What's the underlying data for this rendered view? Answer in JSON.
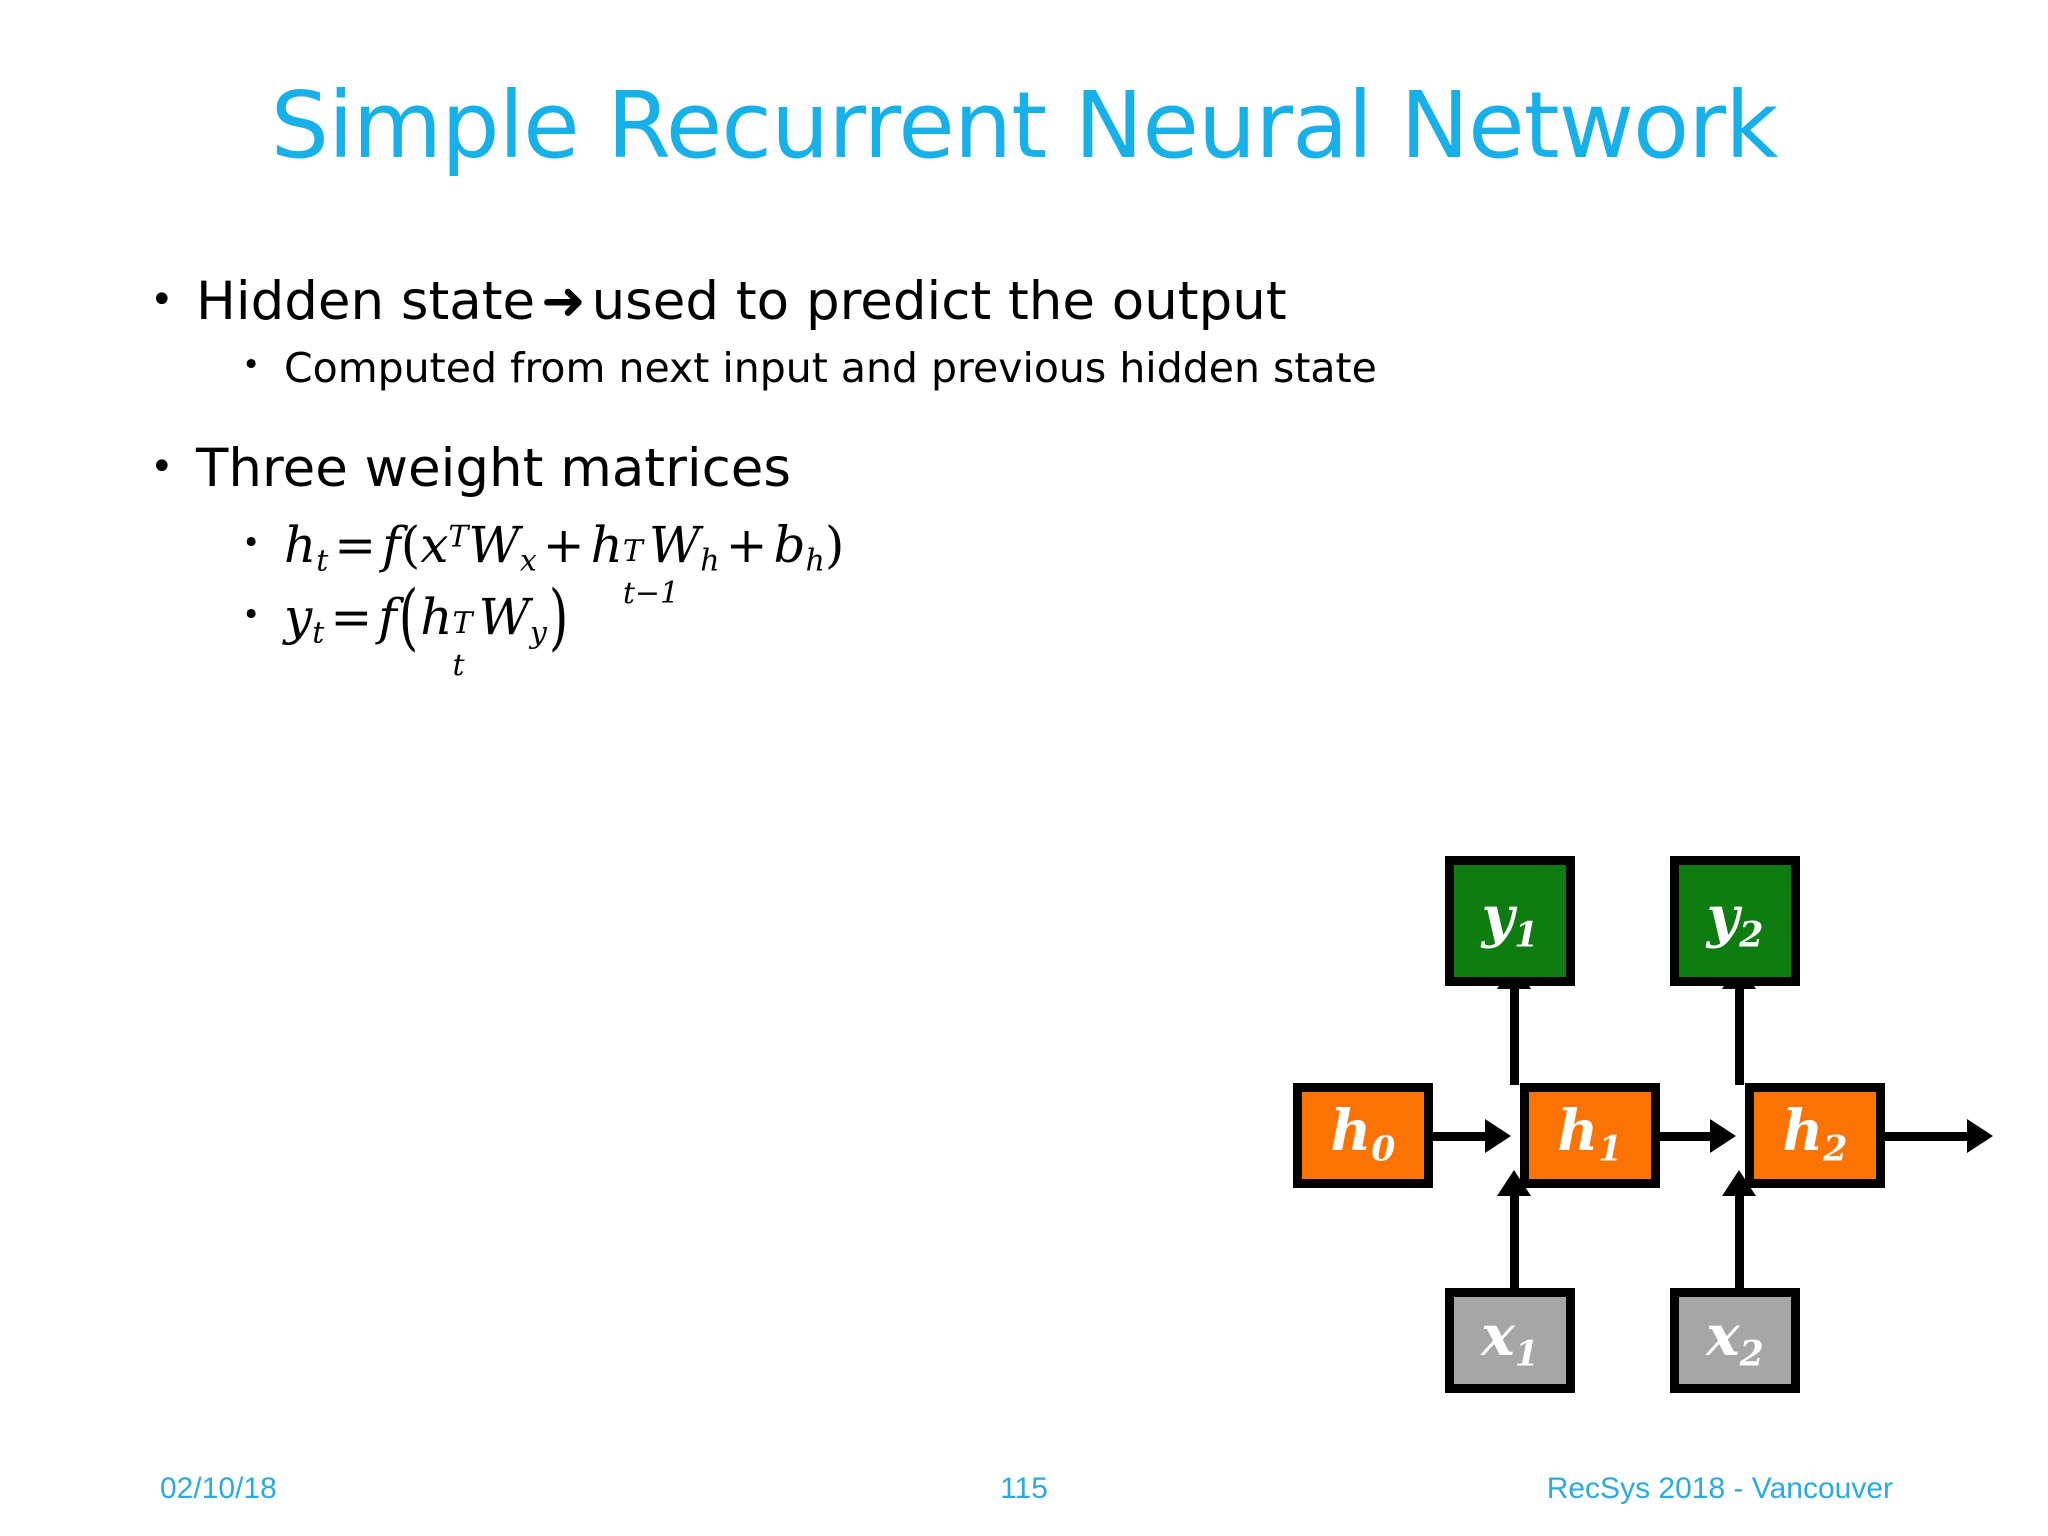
{
  "slide": {
    "title": "Simple Recurrent Neural Network",
    "title_color": "#18B0E8",
    "background_color": "#FFFFFF"
  },
  "bullets": {
    "b1_text_a": "Hidden state",
    "b1_arrow": "➜",
    "b1_text_b": "used to predict the output",
    "b1_sub1": "Computed from next input and previous hidden state",
    "b2_text": "Three weight matrices",
    "bullet_glyph_l1": "•",
    "bullet_glyph_l2": "•"
  },
  "formulas": {
    "eq1": {
      "lhs_var": "h",
      "lhs_sub": "t",
      "eq": "=",
      "f": "f",
      "open": "(",
      "t1_var": "x",
      "t1_sup": "T",
      "t1_w": "W",
      "t1_wsub": "x",
      "plus1": "+",
      "t2_var": "h",
      "t2_sup": "T",
      "t2_sub": "t−1",
      "t2_w": "W",
      "t2_wsub": "h",
      "plus2": "+",
      "t3_var": "b",
      "t3_sub": "h",
      "close": ")",
      "plain": "h_t = f(x^T W_x + h_{t-1}^T W_h + b_h)"
    },
    "eq2": {
      "lhs_var": "y",
      "lhs_sub": "t",
      "eq": "=",
      "f": "f",
      "open": "(",
      "t1_var": "h",
      "t1_sup": "T",
      "t1_sub": "t",
      "t1_w": "W",
      "t1_wsub": "y",
      "close": ")",
      "plain": "y_t = f(h_t^T W_y)"
    }
  },
  "diagram": {
    "name": "unrolled-rnn-diagram",
    "colors": {
      "output": "#0E7C10",
      "hidden": "#FB7303",
      "input": "#A6A6A6",
      "border": "#000000",
      "label": "#FFFFFF"
    },
    "nodes": [
      {
        "id": "y1",
        "kind": "output",
        "var": "y",
        "sub": "1"
      },
      {
        "id": "y2",
        "kind": "output",
        "var": "y",
        "sub": "2"
      },
      {
        "id": "h0",
        "kind": "hidden",
        "var": "h",
        "sub": "0"
      },
      {
        "id": "h1",
        "kind": "hidden",
        "var": "h",
        "sub": "1"
      },
      {
        "id": "h2",
        "kind": "hidden",
        "var": "h",
        "sub": "2"
      },
      {
        "id": "x1",
        "kind": "input",
        "var": "x",
        "sub": "1"
      },
      {
        "id": "x2",
        "kind": "input",
        "var": "x",
        "sub": "2"
      }
    ],
    "edges": [
      {
        "from": "h0",
        "to": "h1",
        "dir": "right"
      },
      {
        "from": "h1",
        "to": "h2",
        "dir": "right"
      },
      {
        "from": "h2",
        "to": "",
        "dir": "right"
      },
      {
        "from": "x1",
        "to": "h1",
        "dir": "up"
      },
      {
        "from": "x2",
        "to": "h2",
        "dir": "up"
      },
      {
        "from": "h1",
        "to": "y1",
        "dir": "up"
      },
      {
        "from": "h2",
        "to": "y2",
        "dir": "up"
      }
    ]
  },
  "footer": {
    "date": "02/10/18",
    "page_number": "115",
    "conference": "RecSys 2018 - Vancouver",
    "color": "#29ABE2"
  }
}
